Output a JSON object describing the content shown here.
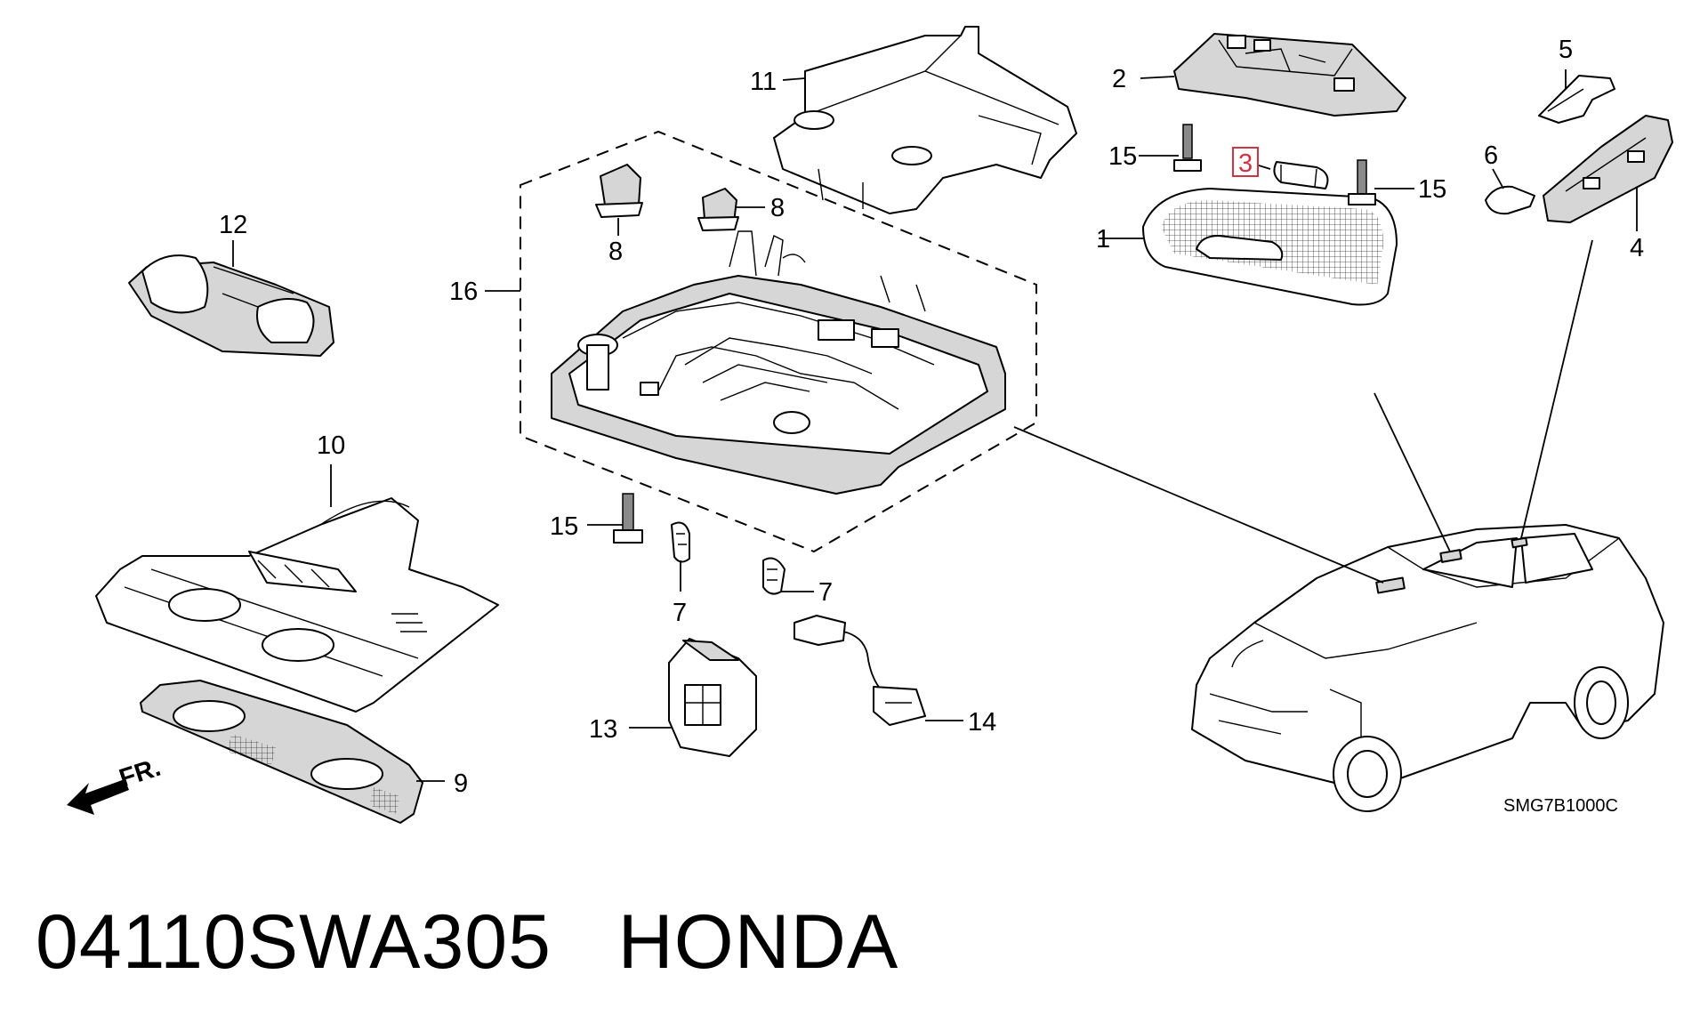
{
  "callouts": {
    "c1": "1",
    "c2": "2",
    "c3": "3",
    "c4": "4",
    "c5": "5",
    "c6": "6",
    "c7a": "7",
    "c7b": "7",
    "c8a": "8",
    "c8b": "8",
    "c9": "9",
    "c10": "10",
    "c11": "11",
    "c12": "12",
    "c13": "13",
    "c14": "14",
    "c15a": "15",
    "c15b": "15",
    "c15c": "15",
    "c16": "16"
  },
  "highlight": {
    "part": "3",
    "color": "#cc3344"
  },
  "diagram_code": "SMG7B1000C",
  "front_marker": "FR.",
  "caption": {
    "part_number": "04110SWA305",
    "brand": "HONDA"
  }
}
